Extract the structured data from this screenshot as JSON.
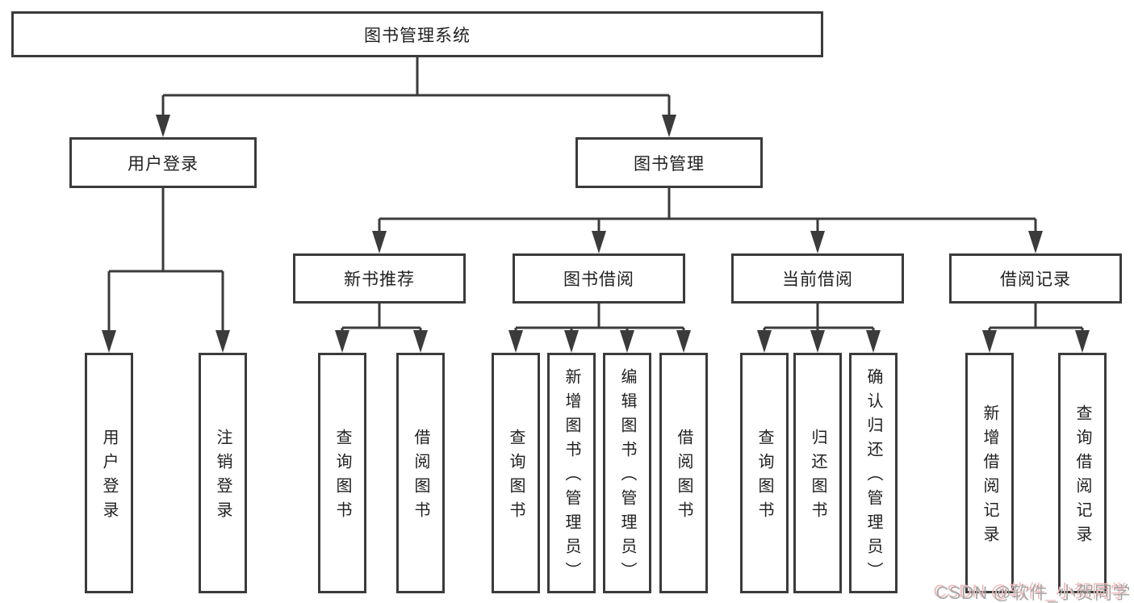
{
  "diagram": {
    "root": {
      "label": "图书管理系统"
    },
    "branches": [
      {
        "label": "用户登录",
        "children": [
          {
            "label": "用户登录"
          },
          {
            "label": "注销登录"
          }
        ]
      },
      {
        "label": "图书管理",
        "children": [
          {
            "label": "新书推荐",
            "children": [
              {
                "label": "查询图书"
              },
              {
                "label": "借阅图书"
              }
            ]
          },
          {
            "label": "图书借阅",
            "children": [
              {
                "label": "查询图书"
              },
              {
                "label": "新增图书（管理员）"
              },
              {
                "label": "编辑图书（管理员）"
              },
              {
                "label": "借阅图书"
              }
            ]
          },
          {
            "label": "当前借阅",
            "children": [
              {
                "label": "查询图书"
              },
              {
                "label": "归还图书"
              },
              {
                "label": "确认归还（管理员）"
              }
            ]
          },
          {
            "label": "借阅记录",
            "children": [
              {
                "label": "新增借阅记录"
              },
              {
                "label": "查询借阅记录"
              }
            ]
          }
        ]
      }
    ]
  },
  "watermark": {
    "text": "CSDN @软件_小贺同学"
  },
  "colors": {
    "line": "#3b3b3b",
    "text": "#212121",
    "background": "#ffffff",
    "watermark": "#a8a8a8",
    "watermark_accent": "#f2bcbc"
  }
}
